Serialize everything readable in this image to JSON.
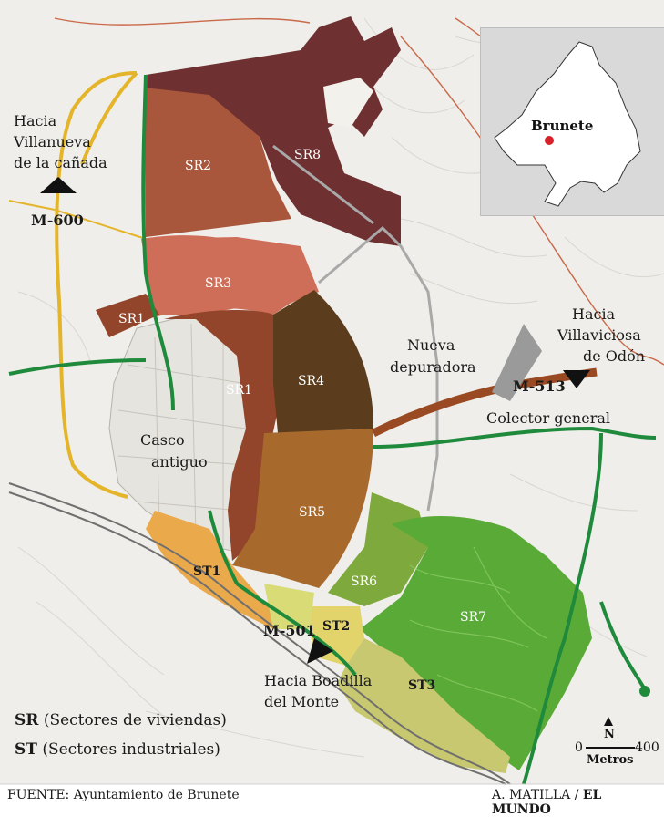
{
  "labels": {
    "sr1_a": "SR1",
    "sr1_b": "SR1",
    "sr2": "SR2",
    "sr3": "SR3",
    "sr4": "SR4",
    "sr5": "SR5",
    "sr6": "SR6",
    "sr7": "SR7",
    "sr8": "SR8",
    "st1": "ST1",
    "st2": "ST2",
    "st3": "ST3",
    "casco_1": "Casco",
    "casco_2": "antiguo",
    "depuradora_1": "Nueva",
    "depuradora_2": "depuradora",
    "colector": "Colector general",
    "villanueva_1": "Hacia",
    "villanueva_2": "Villanueva",
    "villanueva_3": "de la cañada",
    "villaviciosa_1": "Hacia",
    "villaviciosa_2": "Villaviciosa",
    "villaviciosa_3": "de Odón",
    "boadilla_1": "Hacia Boadilla",
    "boadilla_2": "del Monte"
  },
  "roads": {
    "m600": "M-600",
    "m513": "M-513",
    "m501": "M-501"
  },
  "inset": {
    "place": "Brunete"
  },
  "legend": {
    "sr_code": "SR",
    "sr_desc": "(Sectores de viviendas)",
    "st_code": "ST",
    "st_desc": "(Sectores industriales)"
  },
  "scale": {
    "north": "N",
    "zero": "0",
    "max": "400",
    "unit": "Metros"
  },
  "footer": {
    "source": "FUENTE: Ayuntamiento de Brunete",
    "credit_author": "A. MATILLA / ",
    "credit_outlet": "EL MUNDO"
  },
  "colors": {
    "sr1": "#93452b",
    "sr2": "#a8563c",
    "sr3": "#cf6e58",
    "sr4": "#5b3c1c",
    "sr5": "#a86a2c",
    "sr6": "#7ea93c",
    "sr7": "#5aaa38",
    "sr8": "#6e3030",
    "st1": "#eaa94b",
    "st2": "#e2d46a",
    "st3": "#c8c870",
    "road_green": "#1f8a3c",
    "road_yellow": "#e4b52a",
    "pipe": "#9a4a22"
  }
}
